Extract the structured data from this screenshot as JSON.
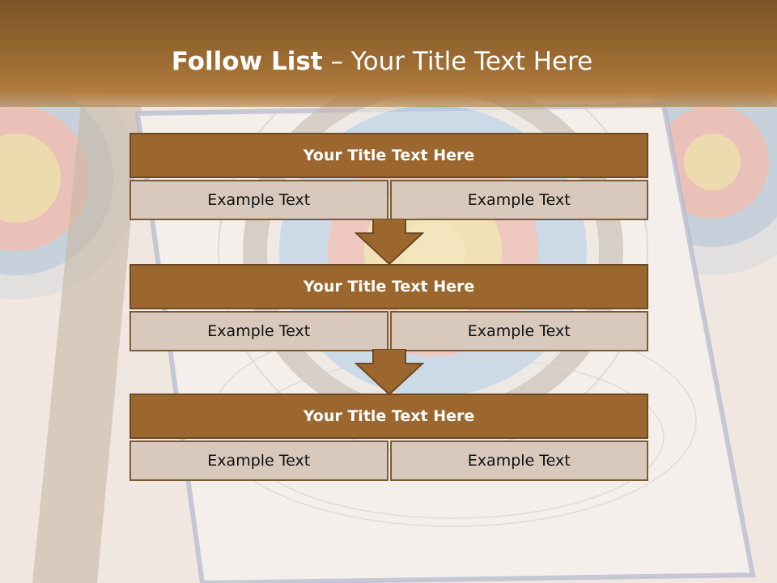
{
  "header": {
    "title_bold": "Follow List",
    "title_rest": "– Your Title Text Here"
  },
  "blocks": [
    {
      "title": "Your Title Text Here",
      "left": "Example Text",
      "right": "Example Text"
    },
    {
      "title": "Your Title Text Here",
      "left": "Example Text",
      "right": "Example Text"
    },
    {
      "title": "Your Title Text Here",
      "left": "Example Text",
      "right": "Example Text"
    }
  ],
  "colors": {
    "header": "#9a6a31",
    "block_title": "#9b672f",
    "cell": "#d8c9bc"
  }
}
